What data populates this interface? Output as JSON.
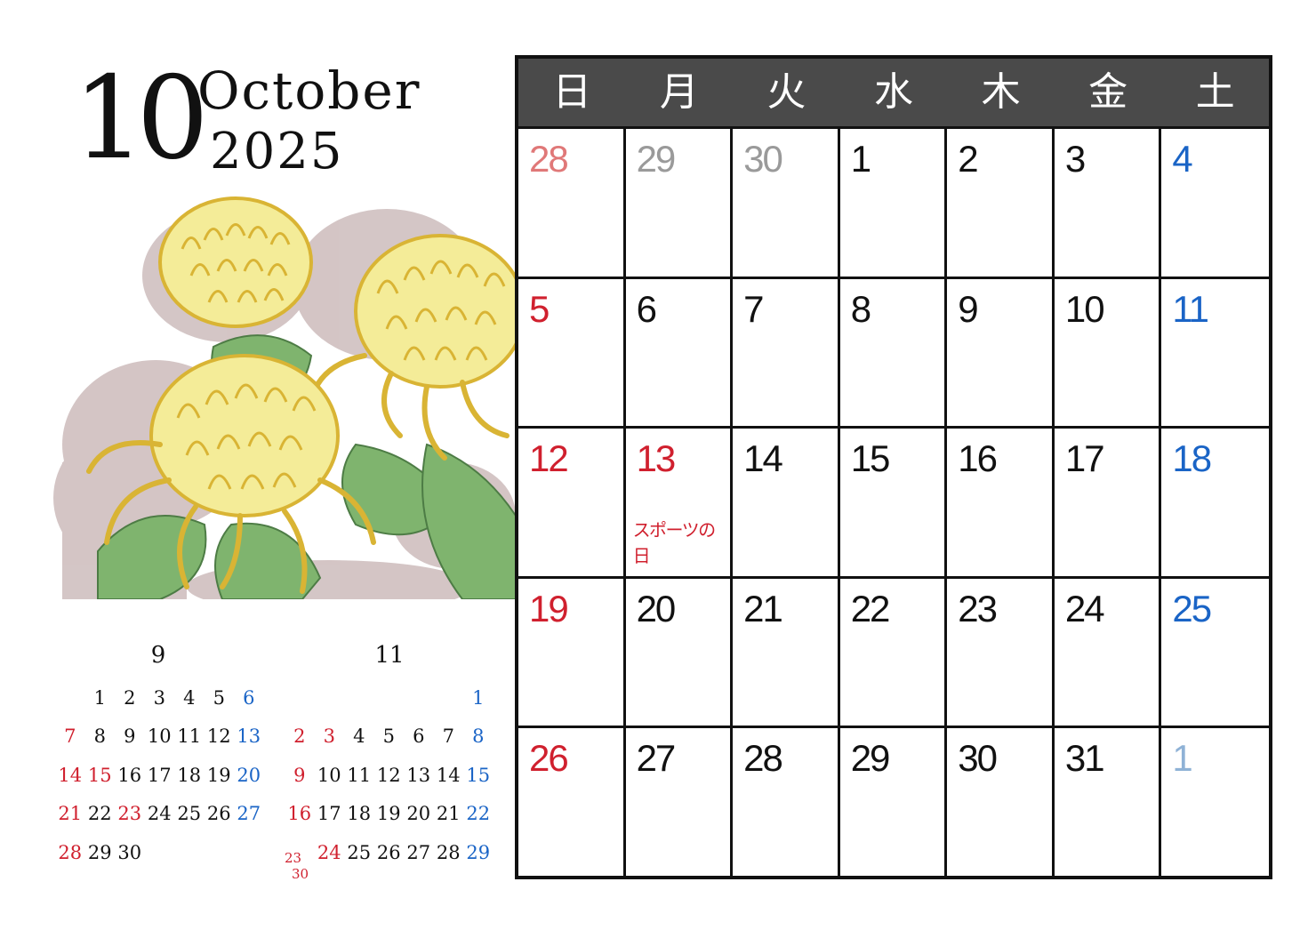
{
  "header": {
    "month_number": "10",
    "month_name": "October",
    "year": "2025"
  },
  "illustration": {
    "subject": "chrysanthemum-illustration",
    "colors": {
      "petal": "#f4ec98",
      "petal_outline": "#d9b434",
      "leaf": "#7fb46e",
      "shadow": "#cdbcbc"
    }
  },
  "main_calendar": {
    "weekdays": [
      "日",
      "月",
      "火",
      "水",
      "木",
      "金",
      "土"
    ],
    "weeks": [
      [
        {
          "d": "28",
          "c": "pink"
        },
        {
          "d": "29",
          "c": "gray"
        },
        {
          "d": "30",
          "c": "gray"
        },
        {
          "d": "1",
          "c": "black"
        },
        {
          "d": "2",
          "c": "black"
        },
        {
          "d": "3",
          "c": "black"
        },
        {
          "d": "4",
          "c": "blue"
        }
      ],
      [
        {
          "d": "5",
          "c": "red"
        },
        {
          "d": "6",
          "c": "black"
        },
        {
          "d": "7",
          "c": "black"
        },
        {
          "d": "8",
          "c": "black"
        },
        {
          "d": "9",
          "c": "black"
        },
        {
          "d": "10",
          "c": "black"
        },
        {
          "d": "11",
          "c": "blue"
        }
      ],
      [
        {
          "d": "12",
          "c": "red"
        },
        {
          "d": "13",
          "c": "red",
          "holiday": "スポーツの日"
        },
        {
          "d": "14",
          "c": "black"
        },
        {
          "d": "15",
          "c": "black"
        },
        {
          "d": "16",
          "c": "black"
        },
        {
          "d": "17",
          "c": "black"
        },
        {
          "d": "18",
          "c": "blue"
        }
      ],
      [
        {
          "d": "19",
          "c": "red"
        },
        {
          "d": "20",
          "c": "black"
        },
        {
          "d": "21",
          "c": "black"
        },
        {
          "d": "22",
          "c": "black"
        },
        {
          "d": "23",
          "c": "black"
        },
        {
          "d": "24",
          "c": "black"
        },
        {
          "d": "25",
          "c": "blue"
        }
      ],
      [
        {
          "d": "26",
          "c": "red"
        },
        {
          "d": "27",
          "c": "black"
        },
        {
          "d": "28",
          "c": "black"
        },
        {
          "d": "29",
          "c": "black"
        },
        {
          "d": "30",
          "c": "black"
        },
        {
          "d": "31",
          "c": "black"
        },
        {
          "d": "1",
          "c": "lightblue"
        }
      ]
    ],
    "colors": {
      "header_bg": "#4a4a4a",
      "red": "#d0202e",
      "blue": "#1a64c6",
      "gray": "#9a9a9a",
      "pink": "#e07878",
      "lightblue": "#8fb2d6"
    }
  },
  "mini_calendars": [
    {
      "title": "9",
      "weeks": [
        [
          {
            "d": "",
            "c": "empty"
          },
          {
            "d": "1",
            "c": "black"
          },
          {
            "d": "2",
            "c": "black"
          },
          {
            "d": "3",
            "c": "black"
          },
          {
            "d": "4",
            "c": "black"
          },
          {
            "d": "5",
            "c": "black"
          },
          {
            "d": "6",
            "c": "blue"
          }
        ],
        [
          {
            "d": "7",
            "c": "red"
          },
          {
            "d": "8",
            "c": "black"
          },
          {
            "d": "9",
            "c": "black"
          },
          {
            "d": "10",
            "c": "black"
          },
          {
            "d": "11",
            "c": "black"
          },
          {
            "d": "12",
            "c": "black"
          },
          {
            "d": "13",
            "c": "blue"
          }
        ],
        [
          {
            "d": "14",
            "c": "red"
          },
          {
            "d": "15",
            "c": "red"
          },
          {
            "d": "16",
            "c": "black"
          },
          {
            "d": "17",
            "c": "black"
          },
          {
            "d": "18",
            "c": "black"
          },
          {
            "d": "19",
            "c": "black"
          },
          {
            "d": "20",
            "c": "blue"
          }
        ],
        [
          {
            "d": "21",
            "c": "red"
          },
          {
            "d": "22",
            "c": "black"
          },
          {
            "d": "23",
            "c": "red"
          },
          {
            "d": "24",
            "c": "black"
          },
          {
            "d": "25",
            "c": "black"
          },
          {
            "d": "26",
            "c": "black"
          },
          {
            "d": "27",
            "c": "blue"
          }
        ],
        [
          {
            "d": "28",
            "c": "red"
          },
          {
            "d": "29",
            "c": "black"
          },
          {
            "d": "30",
            "c": "black"
          },
          {
            "d": "",
            "c": "empty"
          },
          {
            "d": "",
            "c": "empty"
          },
          {
            "d": "",
            "c": "empty"
          },
          {
            "d": "",
            "c": "empty"
          }
        ]
      ]
    },
    {
      "title": "11",
      "weeks": [
        [
          {
            "d": "",
            "c": "empty"
          },
          {
            "d": "",
            "c": "empty"
          },
          {
            "d": "",
            "c": "empty"
          },
          {
            "d": "",
            "c": "empty"
          },
          {
            "d": "",
            "c": "empty"
          },
          {
            "d": "",
            "c": "empty"
          },
          {
            "d": "1",
            "c": "blue"
          }
        ],
        [
          {
            "d": "2",
            "c": "red"
          },
          {
            "d": "3",
            "c": "red"
          },
          {
            "d": "4",
            "c": "black"
          },
          {
            "d": "5",
            "c": "black"
          },
          {
            "d": "6",
            "c": "black"
          },
          {
            "d": "7",
            "c": "black"
          },
          {
            "d": "8",
            "c": "blue"
          }
        ],
        [
          {
            "d": "9",
            "c": "red"
          },
          {
            "d": "10",
            "c": "black"
          },
          {
            "d": "11",
            "c": "black"
          },
          {
            "d": "12",
            "c": "black"
          },
          {
            "d": "13",
            "c": "black"
          },
          {
            "d": "14",
            "c": "black"
          },
          {
            "d": "15",
            "c": "blue"
          }
        ],
        [
          {
            "d": "16",
            "c": "red"
          },
          {
            "d": "17",
            "c": "black"
          },
          {
            "d": "18",
            "c": "black"
          },
          {
            "d": "19",
            "c": "black"
          },
          {
            "d": "20",
            "c": "black"
          },
          {
            "d": "21",
            "c": "black"
          },
          {
            "d": "22",
            "c": "blue"
          }
        ],
        [
          {
            "d": "23/30",
            "c": "red",
            "split": [
              "23",
              "30"
            ]
          },
          {
            "d": "24",
            "c": "red"
          },
          {
            "d": "25",
            "c": "black"
          },
          {
            "d": "26",
            "c": "black"
          },
          {
            "d": "27",
            "c": "black"
          },
          {
            "d": "28",
            "c": "black"
          },
          {
            "d": "29",
            "c": "blue"
          }
        ]
      ]
    }
  ]
}
